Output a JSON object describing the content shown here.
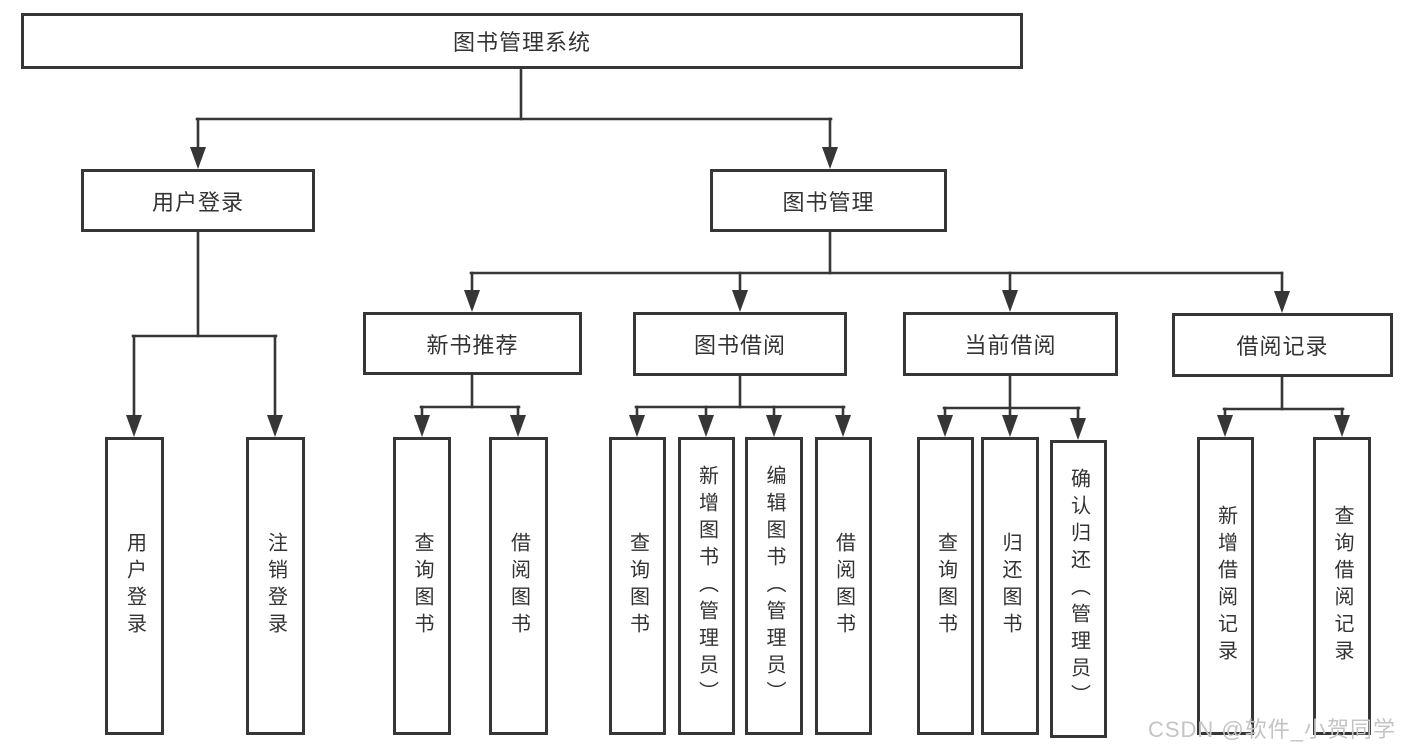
{
  "tree": {
    "label": "图书管理系统",
    "children": [
      {
        "label": "用户登录",
        "children": [
          {
            "label": "用户登录"
          },
          {
            "label": "注销登录"
          }
        ]
      },
      {
        "label": "图书管理",
        "children": [
          {
            "label": "新书推荐",
            "children": [
              {
                "label": "查询图书"
              },
              {
                "label": "借阅图书"
              }
            ]
          },
          {
            "label": "图书借阅",
            "children": [
              {
                "label": "查询图书"
              },
              {
                "label": "新增图书（管理员）"
              },
              {
                "label": "编辑图书（管理员）"
              },
              {
                "label": "借阅图书"
              }
            ]
          },
          {
            "label": "当前借阅",
            "children": [
              {
                "label": "查询图书"
              },
              {
                "label": "归还图书"
              },
              {
                "label": "确认归还（管理员）"
              }
            ]
          },
          {
            "label": "借阅记录",
            "children": [
              {
                "label": "新增借阅记录"
              },
              {
                "label": "查询借阅记录"
              }
            ]
          }
        ]
      }
    ]
  },
  "watermark": {
    "text": "CSDN @软件_小贺同学"
  },
  "colors": {
    "line": "#363636",
    "text": "#333333",
    "box_background": "#ffffff",
    "watermark": "#c4c4c4"
  }
}
